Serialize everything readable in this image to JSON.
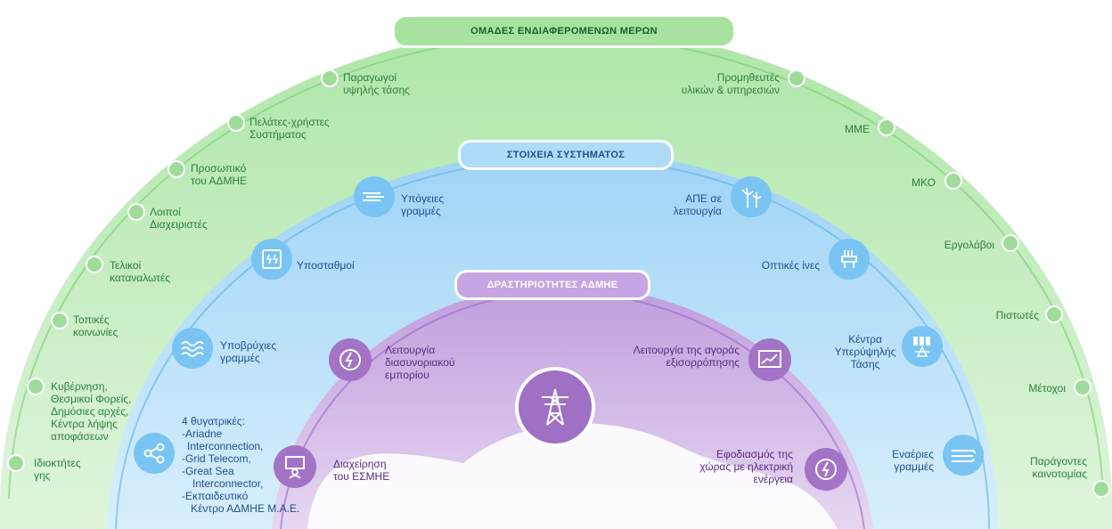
{
  "banners": {
    "outer": "ΟΜΑΔΕΣ ΕΝΔΙΑΦΕΡΟΜΕΝΩΝ ΜΕΡΩΝ",
    "middle": "ΣΤΟΙΧΕΙΑ ΣΥΣΤΗΜΑΤΟΣ",
    "inner": "ΔΡΑΣΤΗΡΙΟΤΗΤΕΣ ΑΔΜΗΕ"
  },
  "stakeholders_left": [
    {
      "l1": "Παραγωγοί",
      "l2": "υψηλής τάσης"
    },
    {
      "l1": "Πελάτες-χρήστες",
      "l2": "Συστήματος"
    },
    {
      "l1": "Προσωπικό",
      "l2": "του ΑΔΜΗΕ"
    },
    {
      "l1": "Λοιποί",
      "l2": "Διαχειριστές"
    },
    {
      "l1": "Τελικοί",
      "l2": "καταναλωτές"
    },
    {
      "l1": "Τοπικές",
      "l2": "κοινωνίες"
    },
    {
      "l1": "Κυβέρνηση,",
      "l2": "Θεσμικοί Φορείς,",
      "l3": "Δημόσιες αρχές,",
      "l4": "Κέντρα λήψης",
      "l5": "αποφάσεων"
    },
    {
      "l1": "Ιδιοκτήτες",
      "l2": "γης"
    }
  ],
  "stakeholders_right": [
    {
      "l1": "Προμηθευτές",
      "l2": "υλικών & υπηρεσιών"
    },
    {
      "l1": "ΜΜΕ"
    },
    {
      "l1": "ΜΚΟ"
    },
    {
      "l1": "Εργολάβοι"
    },
    {
      "l1": "Πιστωτές"
    },
    {
      "l1": "Μέτοχοι"
    },
    {
      "l1": "Παράγοντες",
      "l2": "καινοτομίας"
    }
  ],
  "system_elements": {
    "underground": {
      "l1": "Υπόγειες",
      "l2": "γραμμές",
      "icon": "underground-cable-icon"
    },
    "substations": {
      "l1": "Υποσταθμοί",
      "icon": "substation-icon"
    },
    "submarine": {
      "l1": "Υποβρύχιες",
      "l2": "γραμμές",
      "icon": "waves-icon"
    },
    "subsidiaries": {
      "title": "4 θυγατρικές:",
      "items": [
        "-Ariadne",
        "Interconnection,",
        "-Grid Telecom,",
        "-Great Sea",
        "Interconnector,",
        "-Εκπαιδευτικό",
        "Κέντρο ΑΔΜΗΕ Μ.Α.Ε."
      ],
      "icon": "network-share-icon"
    },
    "res": {
      "l1": "ΑΠΕ σε",
      "l2": "λειτουργία",
      "icon": "wind-turbine-icon"
    },
    "fiber": {
      "l1": "Οπτικές ίνες",
      "icon": "fiber-optic-icon"
    },
    "ehv": {
      "l1": "Κέντρα",
      "l2": "Υπερύψηλής",
      "l3": "Τάσης",
      "icon": "high-voltage-center-icon"
    },
    "overhead": {
      "l1": "Εναέριες",
      "l2": "γραμμές",
      "icon": "overhead-lines-icon"
    }
  },
  "activities": {
    "cross_border": {
      "l1": "Λειτουργία",
      "l2": "διασυνοριακού",
      "l3": "εμπορίου",
      "icon": "globe-trade-icon"
    },
    "balancing": {
      "l1": "Λειτουργία της αγοράς",
      "l2": "εξισορρόπησης",
      "icon": "market-chart-icon"
    },
    "esmie": {
      "l1": "Διαχείρηση",
      "l2": "του ΕΣΜΗΕ",
      "icon": "control-operator-icon"
    },
    "supply": {
      "l1": "Εφοδιασμός της",
      "l2": "χώρας με ηλεκτρική",
      "l3": "ενέργεια",
      "icon": "greece-energy-icon"
    },
    "center_icon": "transmission-tower-icon"
  },
  "colors": {
    "green_arc": "#a9e3a3",
    "blue_arc": "#a9d9f7",
    "purple_arc": "#c6a6df",
    "green_text": "#2f7d3c",
    "blue_text": "#1f4f8f",
    "purple_text": "#5a2b80"
  }
}
